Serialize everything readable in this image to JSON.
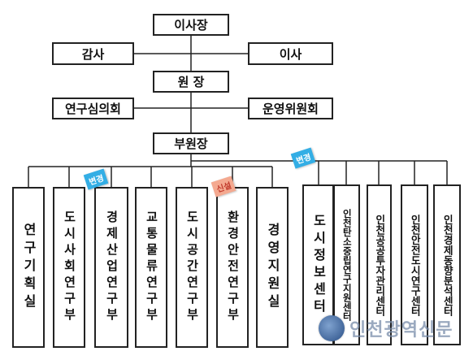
{
  "org": {
    "chairman": "이사장",
    "auditor": "감사",
    "directors": "이사",
    "president": "원 장",
    "research_council": "연구심의회",
    "operation_committee": "운영위원회",
    "vice_president": "부원장",
    "departments": [
      {
        "label": "연구기획실",
        "badge": null
      },
      {
        "label": "도시사회연구부",
        "badge": null
      },
      {
        "label": "경제산업연구부",
        "badge": "변경"
      },
      {
        "label": "교통물류연구부",
        "badge": null
      },
      {
        "label": "도시공간연구부",
        "badge": null
      },
      {
        "label": "환경안전연구부",
        "badge": "신설"
      },
      {
        "label": "경영지원실",
        "badge": null
      },
      {
        "label": "도시정보센터",
        "badge": null
      },
      {
        "label": "인천탄소중립연구지원센터",
        "badge": null
      },
      {
        "label": "인천공공투자관리센터",
        "badge": null
      },
      {
        "label": "인천안전도시연구센터",
        "badge": null
      },
      {
        "label": "인천경제동향분석센터",
        "badge": null
      }
    ],
    "group_badge": "변경"
  },
  "watermark": "인천광역신문",
  "colors": {
    "line": "#222222",
    "badge_blue": "#33aee5",
    "badge_pink": "#f4a990"
  }
}
